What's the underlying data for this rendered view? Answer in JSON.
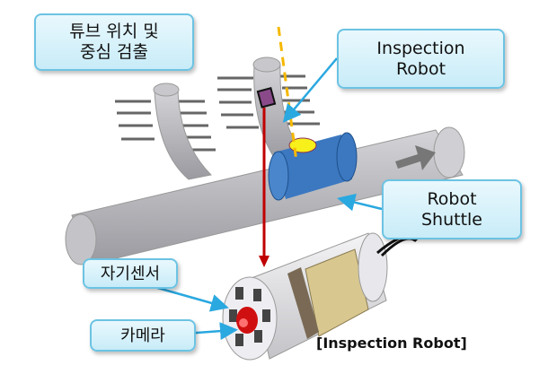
{
  "labels": {
    "tube_detect": [
      "튜브 위치 및",
      "중심 검출"
    ],
    "inspection_robot": [
      "Inspection",
      "Robot"
    ],
    "robot_shuttle": [
      "Robot",
      "Shuttle"
    ],
    "magnetic_sensor": "자기센서",
    "camera": "카메라"
  },
  "caption": "[Inspection Robot]",
  "colors": {
    "callout_border": "#6cc3e3",
    "arrow": "#2aa8e0",
    "beam": "#c00000",
    "pipe": "#b8b8bc",
    "shuttle": "#3c78c0",
    "path": "#f5b800"
  }
}
